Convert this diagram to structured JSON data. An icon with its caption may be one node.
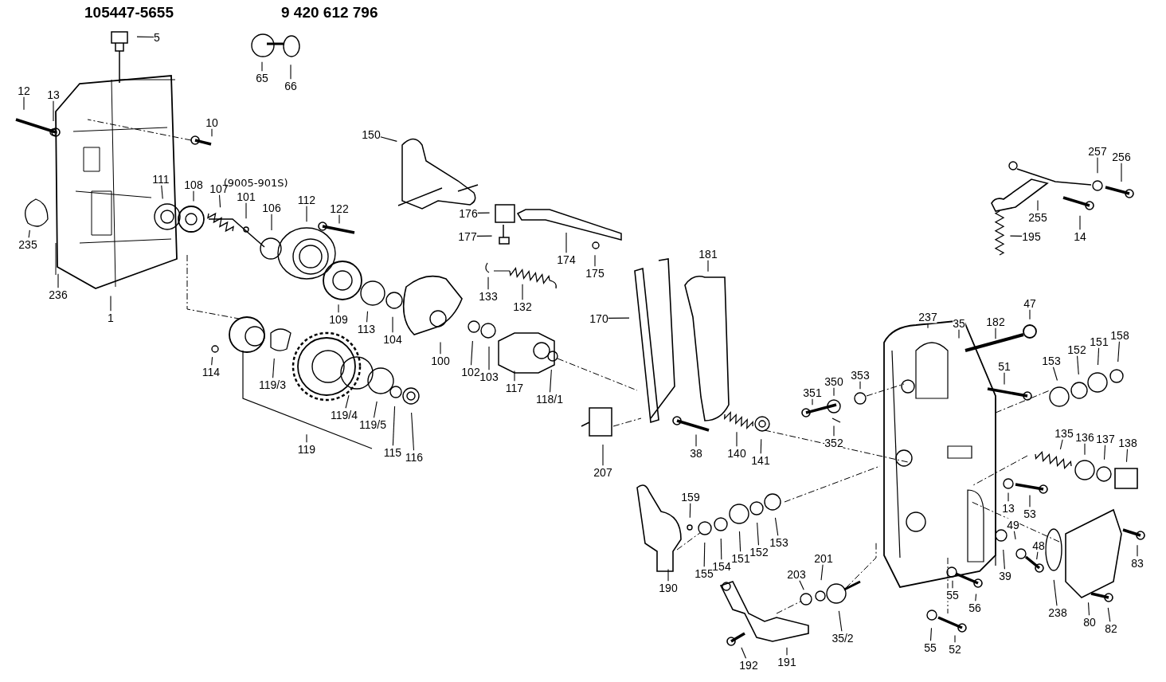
{
  "diagram": {
    "nodes": [
      {
        "text": [
          "5"
        ]
      },
      {
        "text": [
          "65"
        ]
      },
      {
        "text": [
          "66"
        ]
      },
      {
        "text": [
          "12"
        ]
      },
      {
        "text": [
          "13"
        ]
      },
      {
        "text": [
          "10"
        ]
      },
      {
        "text": [
          "150"
        ]
      },
      {
        "text": [
          "111"
        ]
      },
      {
        "text": [
          "108"
        ]
      },
      {
        "text": [
          "107"
        ]
      },
      {
        "text": [
          "101"
        ],
        "beside": [
          "(9005-901S)"
        ]
      },
      {
        "text": [
          "106"
        ]
      },
      {
        "text": [
          "112"
        ]
      },
      {
        "text": [
          "122"
        ]
      },
      {
        "text": [
          "235"
        ]
      },
      {
        "text": [
          "236"
        ]
      },
      {
        "text": [
          "1"
        ]
      },
      {
        "text": [
          "176"
        ]
      },
      {
        "text": [
          "177"
        ]
      },
      {
        "text": [
          "174"
        ]
      },
      {
        "text": [
          "175"
        ]
      },
      {
        "text": [
          "133"
        ]
      },
      {
        "text": [
          "132"
        ]
      },
      {
        "text": [
          "181"
        ]
      },
      {
        "text": [
          "170"
        ]
      },
      {
        "text": [
          "109"
        ]
      },
      {
        "text": [
          "113"
        ]
      },
      {
        "text": [
          "104"
        ]
      },
      {
        "text": [
          "100"
        ]
      },
      {
        "text": [
          "102"
        ]
      },
      {
        "text": [
          "103"
        ]
      },
      {
        "text": [
          "117"
        ]
      },
      {
        "text": [
          "118/1"
        ]
      },
      {
        "text": [
          "114"
        ]
      },
      {
        "text": [
          "119/3"
        ]
      },
      {
        "text": [
          "119"
        ]
      },
      {
        "text": [
          "119/4"
        ]
      },
      {
        "text": [
          "119/5"
        ]
      },
      {
        "text": [
          "115"
        ]
      },
      {
        "text": [
          "116"
        ]
      },
      {
        "text": [
          "207"
        ]
      },
      {
        "text": [
          "38"
        ]
      },
      {
        "text": [
          "140"
        ]
      },
      {
        "text": [
          "141"
        ]
      },
      {
        "text": [
          "237"
        ]
      },
      {
        "text": [
          "35"
        ]
      },
      {
        "text": [
          "182"
        ]
      },
      {
        "text": [
          "47"
        ]
      },
      {
        "text": [
          "51"
        ]
      },
      {
        "text": [
          "153"
        ]
      },
      {
        "text": [
          "152"
        ]
      },
      {
        "text": [
          "151"
        ]
      },
      {
        "text": [
          "158"
        ]
      },
      {
        "text": [
          "351"
        ]
      },
      {
        "text": [
          "350"
        ]
      },
      {
        "text": [
          "353"
        ]
      },
      {
        "text": [
          "352"
        ]
      },
      {
        "text": [
          "135"
        ]
      },
      {
        "text": [
          "136"
        ]
      },
      {
        "text": [
          "137"
        ]
      },
      {
        "text": [
          "138"
        ]
      },
      {
        "text": [
          "13"
        ]
      },
      {
        "text": [
          "53"
        ]
      },
      {
        "text": [
          "159"
        ]
      },
      {
        "text": [
          "155"
        ]
      },
      {
        "text": [
          "154"
        ]
      },
      {
        "text": [
          "151"
        ]
      },
      {
        "text": [
          "152"
        ]
      },
      {
        "text": [
          "153"
        ]
      },
      {
        "text": [
          "190"
        ]
      },
      {
        "text": [
          "39"
        ]
      },
      {
        "text": [
          "49"
        ]
      },
      {
        "text": [
          "48"
        ]
      },
      {
        "text": [
          "83"
        ]
      },
      {
        "text": [
          "203"
        ]
      },
      {
        "text": [
          "201"
        ]
      },
      {
        "text": [
          "35/2"
        ]
      },
      {
        "text": [
          "55"
        ]
      },
      {
        "text": [
          "56"
        ]
      },
      {
        "text": [
          "55"
        ]
      },
      {
        "text": [
          "52"
        ]
      },
      {
        "text": [
          "238"
        ]
      },
      {
        "text": [
          "80"
        ]
      },
      {
        "text": [
          "82"
        ]
      },
      {
        "text": [
          "192"
        ]
      },
      {
        "text": [
          "191"
        ]
      },
      {
        "text": [
          "257"
        ]
      },
      {
        "text": [
          "256"
        ]
      },
      {
        "text": [
          "255"
        ]
      },
      {
        "text": [
          "195"
        ]
      },
      {
        "text": [
          "14"
        ]
      }
    ],
    "edges": [
      {
        "from": 0,
        "to": null,
        "arrow": "none"
      },
      {
        "from": 1,
        "to": null,
        "arrow": "none"
      },
      {
        "from": 2,
        "to": null,
        "arrow": "none"
      },
      {
        "from": 3,
        "to": null,
        "arrow": "none"
      },
      {
        "from": 4,
        "to": null,
        "arrow": "none"
      },
      {
        "from": 5,
        "to": null,
        "arrow": "none"
      },
      {
        "from": 6,
        "to": null,
        "arrow": "none"
      },
      {
        "from": 7,
        "to": null,
        "arrow": "none"
      },
      {
        "from": 8,
        "to": null,
        "arrow": "none"
      },
      {
        "from": 9,
        "to": null,
        "arrow": "none"
      },
      {
        "from": 10,
        "to": null,
        "arrow": "none"
      },
      {
        "from": 11,
        "to": null,
        "arrow": "none"
      },
      {
        "from": 12,
        "to": null,
        "arrow": "none"
      },
      {
        "from": 13,
        "to": null,
        "arrow": "none"
      },
      {
        "from": 14,
        "to": null,
        "arrow": "none"
      },
      {
        "from": 15,
        "to": null,
        "arrow": "none"
      },
      {
        "from": 16,
        "to": null,
        "arrow": "none"
      },
      {
        "from": 17,
        "to": null,
        "arrow": "none"
      },
      {
        "from": 18,
        "to": null,
        "arrow": "none"
      },
      {
        "from": 19,
        "to": null,
        "arrow": "none"
      },
      {
        "from": 20,
        "to": null,
        "arrow": "none"
      },
      {
        "from": 21,
        "to": null,
        "arrow": "none"
      },
      {
        "from": 22,
        "to": null,
        "arrow": "none"
      },
      {
        "from": 23,
        "to": null,
        "arrow": "none"
      },
      {
        "from": 24,
        "to": null,
        "arrow": "none"
      },
      {
        "from": 25,
        "to": null,
        "arrow": "none"
      },
      {
        "from": 26,
        "to": null,
        "arrow": "none"
      },
      {
        "from": 27,
        "to": null,
        "arrow": "none"
      },
      {
        "from": 28,
        "to": null,
        "arrow": "none"
      },
      {
        "from": 29,
        "to": null,
        "arrow": "none"
      },
      {
        "from": 30,
        "to": null,
        "arrow": "none"
      },
      {
        "from": 31,
        "to": null,
        "arrow": "none"
      },
      {
        "from": 32,
        "to": null,
        "arrow": "none"
      },
      {
        "from": 33,
        "to": null,
        "arrow": "none"
      },
      {
        "from": 34,
        "to": null,
        "arrow": "none"
      },
      {
        "from": 35,
        "to": null,
        "arrow": "none"
      },
      {
        "from": 36,
        "to": null,
        "arrow": "none"
      },
      {
        "from": 37,
        "to": null,
        "arrow": "none"
      },
      {
        "from": 38,
        "to": null,
        "arrow": "none"
      },
      {
        "from": 39,
        "to": null,
        "arrow": "none"
      },
      {
        "from": 40,
        "to": null,
        "arrow": "none"
      },
      {
        "from": 41,
        "to": null,
        "arrow": "none"
      },
      {
        "from": 42,
        "to": null,
        "arrow": "none"
      },
      {
        "from": 43,
        "to": null,
        "arrow": "none"
      },
      {
        "from": 44,
        "to": null,
        "arrow": "none"
      },
      {
        "from": 45,
        "to": null,
        "arrow": "none"
      },
      {
        "from": 46,
        "to": null,
        "arrow": "none"
      },
      {
        "from": 47,
        "to": null,
        "arrow": "none"
      },
      {
        "from": 48,
        "to": null,
        "arrow": "none"
      },
      {
        "from": 49,
        "to": null,
        "arrow": "none"
      },
      {
        "from": 50,
        "to": null,
        "arrow": "none"
      },
      {
        "from": 51,
        "to": null,
        "arrow": "none"
      },
      {
        "from": 52,
        "to": null,
        "arrow": "none"
      },
      {
        "from": 53,
        "to": null,
        "arrow": "none"
      },
      {
        "from": 54,
        "to": null,
        "arrow": "none"
      },
      {
        "from": 55,
        "to": null,
        "arrow": "none"
      },
      {
        "from": 56,
        "to": null,
        "arrow": "none"
      },
      {
        "from": 57,
        "to": null,
        "arrow": "none"
      },
      {
        "from": 58,
        "to": null,
        "arrow": "none"
      },
      {
        "from": 59,
        "to": null,
        "arrow": "none"
      },
      {
        "from": 60,
        "to": null,
        "arrow": "none"
      },
      {
        "from": 61,
        "to": null,
        "arrow": "none"
      },
      {
        "from": 62,
        "to": null,
        "arrow": "none"
      },
      {
        "from": 63,
        "to": null,
        "arrow": "none"
      },
      {
        "from": 64,
        "to": null,
        "arrow": "none"
      },
      {
        "from": 65,
        "to": null,
        "arrow": "none"
      },
      {
        "from": 66,
        "to": null,
        "arrow": "none"
      },
      {
        "from": 67,
        "to": null,
        "arrow": "none"
      },
      {
        "from": 68,
        "to": null,
        "arrow": "none"
      },
      {
        "from": 69,
        "to": null,
        "arrow": "none"
      },
      {
        "from": 70,
        "to": null,
        "arrow": "none"
      },
      {
        "from": 71,
        "to": null,
        "arrow": "none"
      },
      {
        "from": 72,
        "to": null,
        "arrow": "none"
      },
      {
        "from": 73,
        "to": null,
        "arrow": "none"
      },
      {
        "from": 74,
        "to": null,
        "arrow": "none"
      },
      {
        "from": 75,
        "to": null,
        "arrow": "none"
      },
      {
        "from": 76,
        "to": null,
        "arrow": "none"
      },
      {
        "from": 77,
        "to": null,
        "arrow": "none"
      },
      {
        "from": 78,
        "to": null,
        "arrow": "none"
      },
      {
        "from": 79,
        "to": null,
        "arrow": "none"
      },
      {
        "from": 80,
        "to": null,
        "arrow": "none"
      },
      {
        "from": 81,
        "to": null,
        "arrow": "none"
      },
      {
        "from": 82,
        "to": null,
        "arrow": "none"
      },
      {
        "from": 83,
        "to": null,
        "arrow": "none"
      },
      {
        "from": 84,
        "to": null,
        "arrow": "none"
      },
      {
        "from": 85,
        "to": null,
        "arrow": "none"
      },
      {
        "from": 86,
        "to": null,
        "arrow": "none"
      },
      {
        "from": 87,
        "to": null,
        "arrow": "none"
      },
      {
        "from": 88,
        "to": null,
        "arrow": "none"
      },
      {
        "from": 89,
        "to": null,
        "arrow": "none"
      },
      {
        "from": 90,
        "to": null,
        "arrow": "none"
      }
    ],
    "labels": [
      "105447-5655",
      "9 420 612 796"
    ]
  }
}
